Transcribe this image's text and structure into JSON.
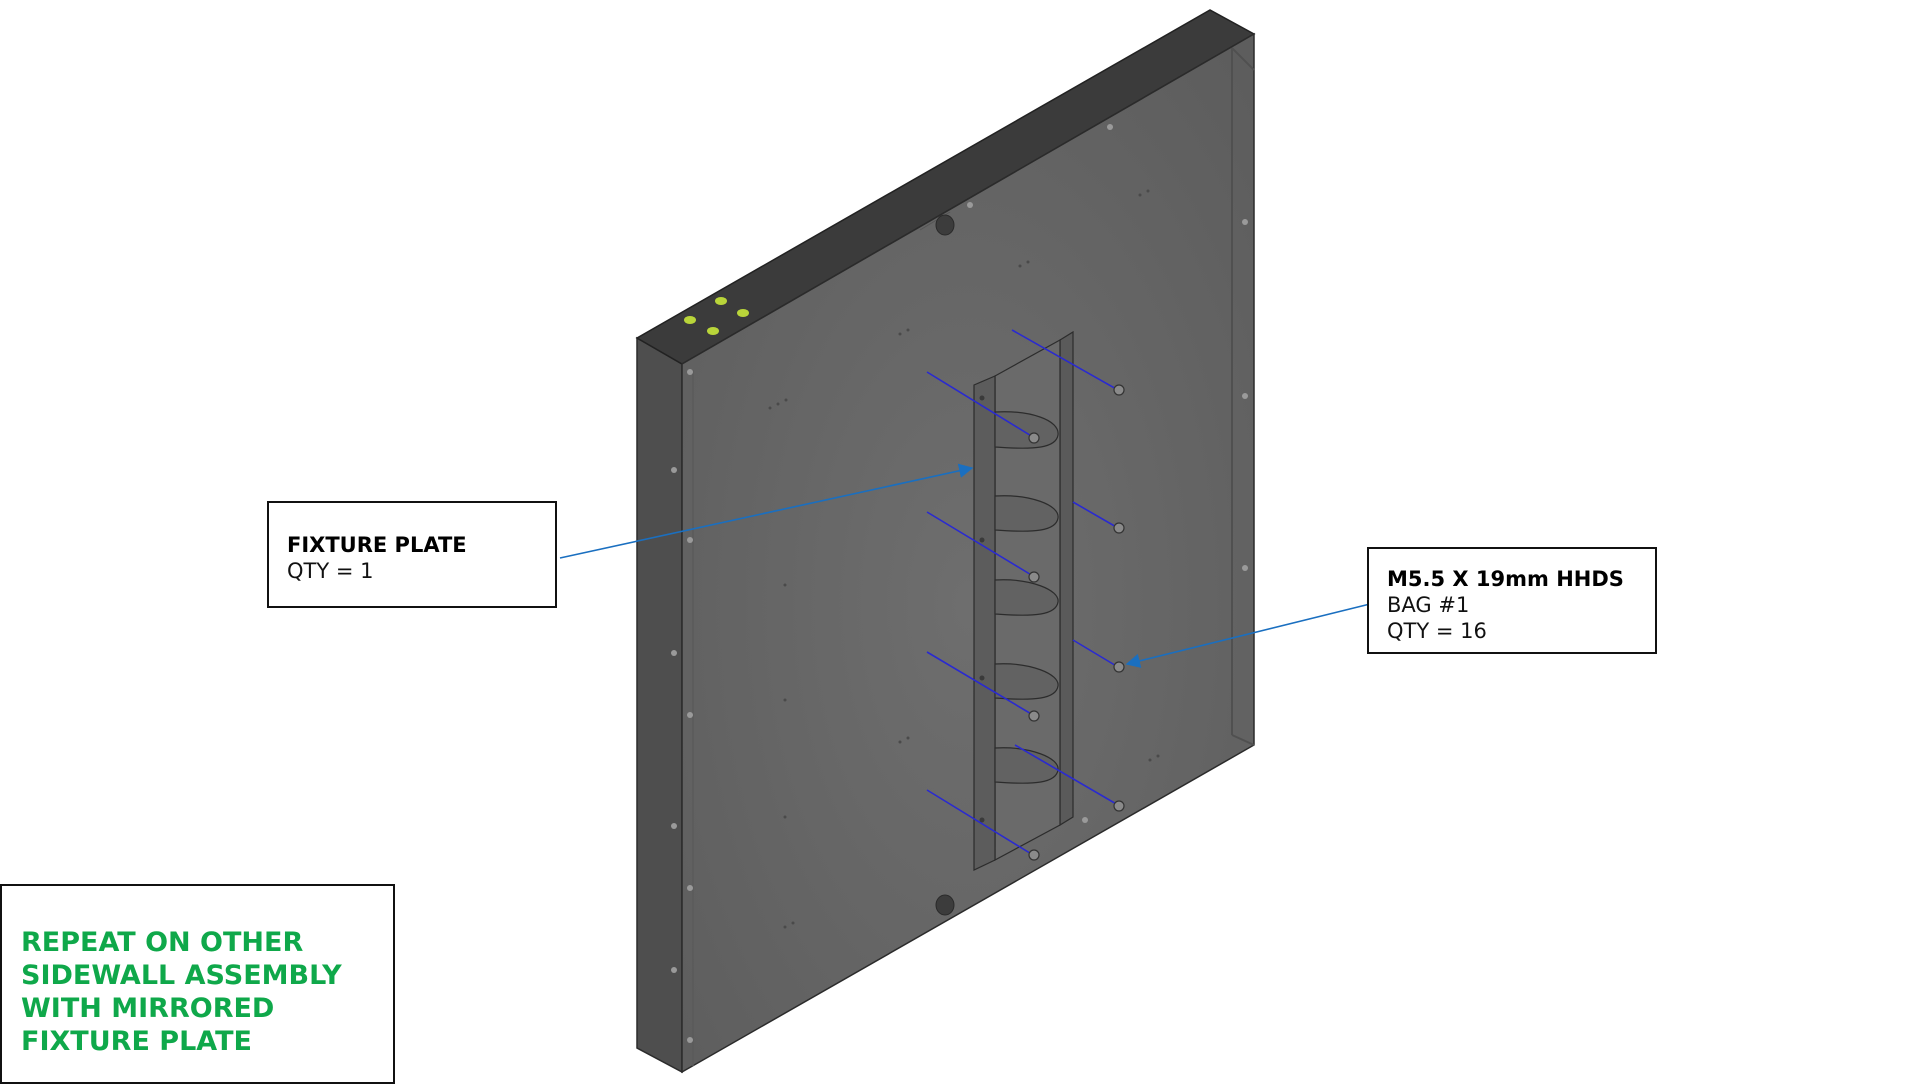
{
  "colors": {
    "panel_face": "#646464",
    "panel_side": "#4c4c4c",
    "panel_top": "#3d3d3d",
    "screw_line": "#2a2ad0",
    "leader": "#1a6fc0",
    "led": "#b9d53a",
    "note_text": "#0fa84a"
  },
  "callouts": {
    "fixture_plate": {
      "title": "FIXTURE PLATE",
      "qty": "QTY = 1"
    },
    "screw": {
      "title": "M5.5 X 19mm HHDS",
      "bag": "BAG #1",
      "qty": "QTY = 16"
    }
  },
  "note": {
    "lines": [
      "REPEAT ON OTHER",
      "SIDEWALL ASSEMBLY",
      "WITH MIRRORED",
      "FIXTURE PLATE"
    ]
  }
}
